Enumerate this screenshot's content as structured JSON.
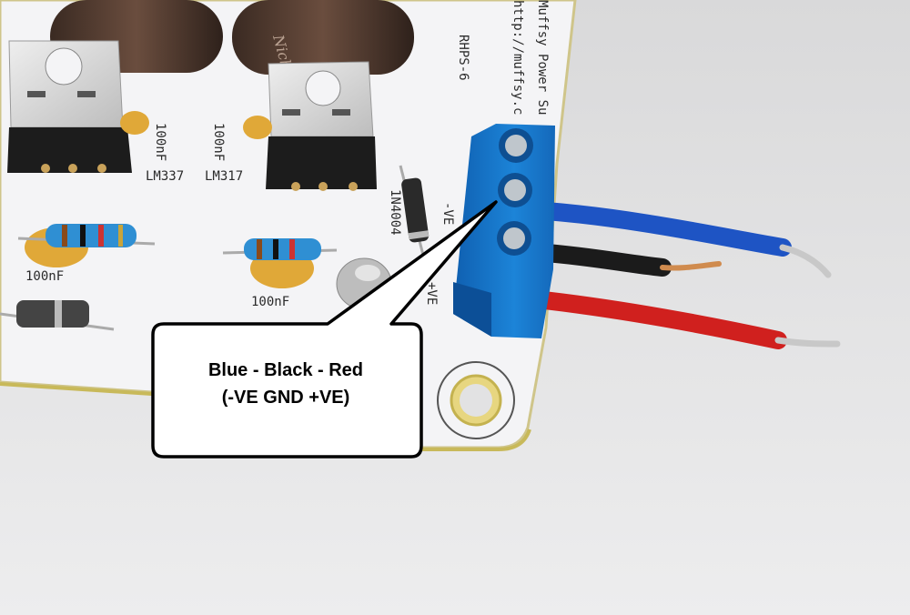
{
  "pcb": {
    "title_text": "Muffsy Power Su",
    "url_text": "http://muffsy.c",
    "model_text": "RHPS-6",
    "label_lm337": "LM337",
    "label_lm317": "LM317",
    "label_cap_100nf": "100nF",
    "label_diode": "1N4004",
    "label_neg_ve": "-VE",
    "label_pos_ve": "+VE"
  },
  "capacitor_text": "Nichicon",
  "callout": {
    "line1": "Blue - Black - Red",
    "line2": "(-VE GND +VE)"
  },
  "colors": {
    "board": "#f4f4f6",
    "terminal_block": "#1677c9",
    "wire_blue": "#1e54c4",
    "wire_black": "#1b1b1b",
    "wire_red": "#d0201e",
    "regulator_tab": "#d9d9d9",
    "ceramic_cap": "#e0a838",
    "resistor": "#2f8fd3"
  }
}
